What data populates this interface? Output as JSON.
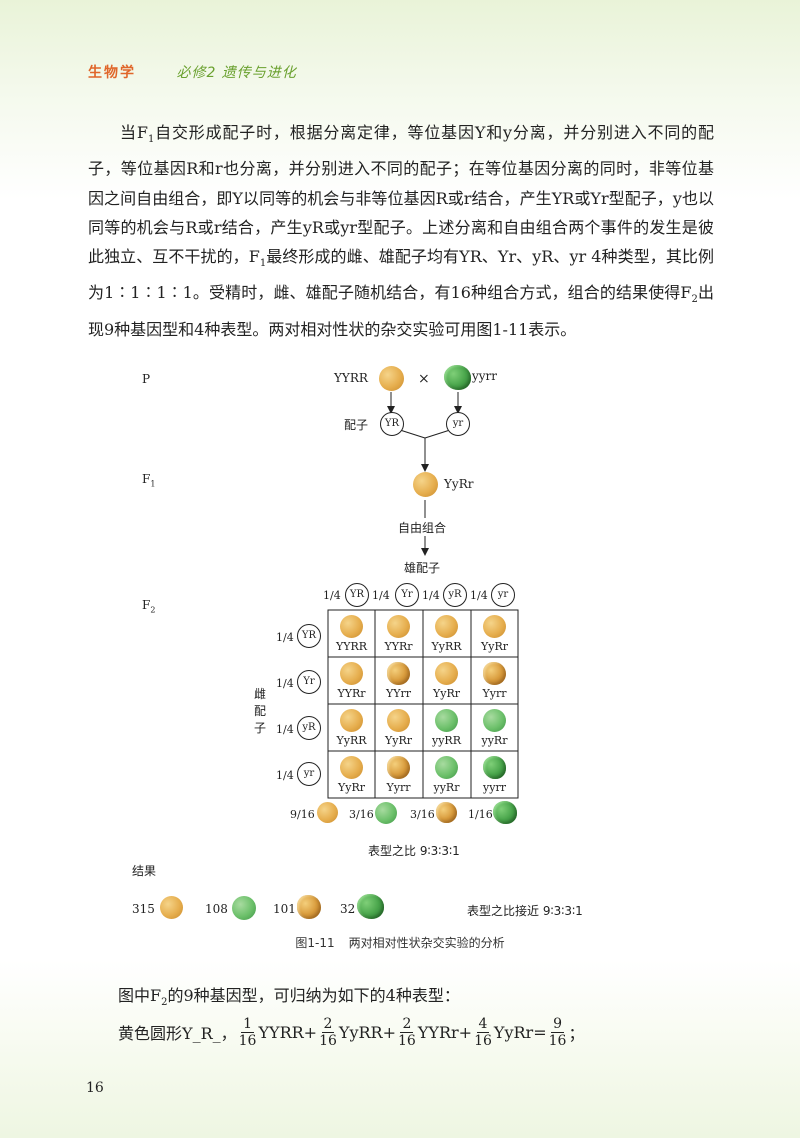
{
  "header": {
    "subject": "生物学",
    "book": "必修2  遗传与进化"
  },
  "paragraph": {
    "p1": "当F",
    "p1_sub": "1",
    "p2": "自交形成配子时，根据分离定律，等位基因Y和y分离，并分别进入不同的配子，等位基因R和r也分离，并分别进入不同的配子；在等位基因分离的同时，非等位基因之间自由组合，即Y以同等的机会与非等位基因R或r结合，产生YR或Yr型配子，y也以同等的机会与R或r结合，产生yR或yr型配子。上述分离和自由组合两个事件的发生是彼此独立、互不干扰的，F",
    "p2_sub": "1",
    "p3": "最终形成的雌、雄配子均有YR、Yr、yR、yr 4种类型，其比例为1∶1∶1∶1。受精时，雌、雄配子随机结合，有16种组合方式，组合的结果使得F",
    "p3_sub": "2",
    "p4": "出现9种基因型和4种表型。两对相对性状的杂交实验可用图1-11表示。"
  },
  "figure": {
    "gen_P": "P",
    "gen_F1": "F",
    "gen_F1_sub": "1",
    "gen_F2": "F",
    "gen_F2_sub": "2",
    "parent1": "YYRR",
    "cross": "×",
    "parent2": "yyrr",
    "gamete_label": "配子",
    "gamete1": "YR",
    "gamete2": "yr",
    "f1_genotype": "YyRr",
    "free_combination": "自由组合",
    "male_gametes": "雄配子",
    "female_gametes": "雌配子",
    "gamete_fraction": "1/4",
    "gamete_types": [
      "YR",
      "Yr",
      "yR",
      "yr"
    ],
    "grid": [
      [
        "YYRR",
        "YYRr",
        "YyRR",
        "YyRr"
      ],
      [
        "YYRr",
        "YYrr",
        "YyRr",
        "Yyrr"
      ],
      [
        "YyRR",
        "YyRr",
        "yyRR",
        "yyRr"
      ],
      [
        "YyRr",
        "Yyrr",
        "yyRr",
        "yyrr"
      ]
    ],
    "grid_phenotypes": [
      [
        "yellow-round",
        "yellow-round",
        "yellow-round",
        "yellow-round"
      ],
      [
        "yellow-round",
        "yellow-wrinkled",
        "yellow-round",
        "yellow-wrinkled"
      ],
      [
        "yellow-round",
        "yellow-round",
        "green-round",
        "green-round"
      ],
      [
        "yellow-round",
        "yellow-wrinkled",
        "green-round",
        "green-wrinkled"
      ]
    ],
    "ratios": [
      "9/16",
      "3/16",
      "3/16",
      "1/16"
    ],
    "ratio_text": "表型之比 9∶3∶3∶1",
    "result_label": "结果",
    "results": [
      "315",
      "108",
      "101",
      "32"
    ],
    "result_ratio": "表型之比接近 9∶3∶3∶1",
    "caption_num": "图1-11",
    "caption_text": "两对相对性状杂交实验的分析"
  },
  "after": {
    "line1_a": "图中F",
    "line1_sub": "2",
    "line1_b": "的9种基因型，可归纳为如下的4种表型：",
    "eq_label": "黄色圆形Y_R_，",
    "terms": [
      {
        "num": "1",
        "den": "16",
        "geno": "YYRR",
        "op": "+"
      },
      {
        "num": "2",
        "den": "16",
        "geno": "YyRR",
        "op": "+"
      },
      {
        "num": "2",
        "den": "16",
        "geno": "YYRr",
        "op": "+"
      },
      {
        "num": "4",
        "den": "16",
        "geno": "YyRr",
        "op": "="
      }
    ],
    "result_num": "9",
    "result_den": "16",
    "end": "；"
  },
  "page_number": "16",
  "colors": {
    "subject": "#e0662a",
    "book": "#6aa12f",
    "yellow_pea": "#e6ae4e",
    "green_pea": "#6cc06a"
  }
}
